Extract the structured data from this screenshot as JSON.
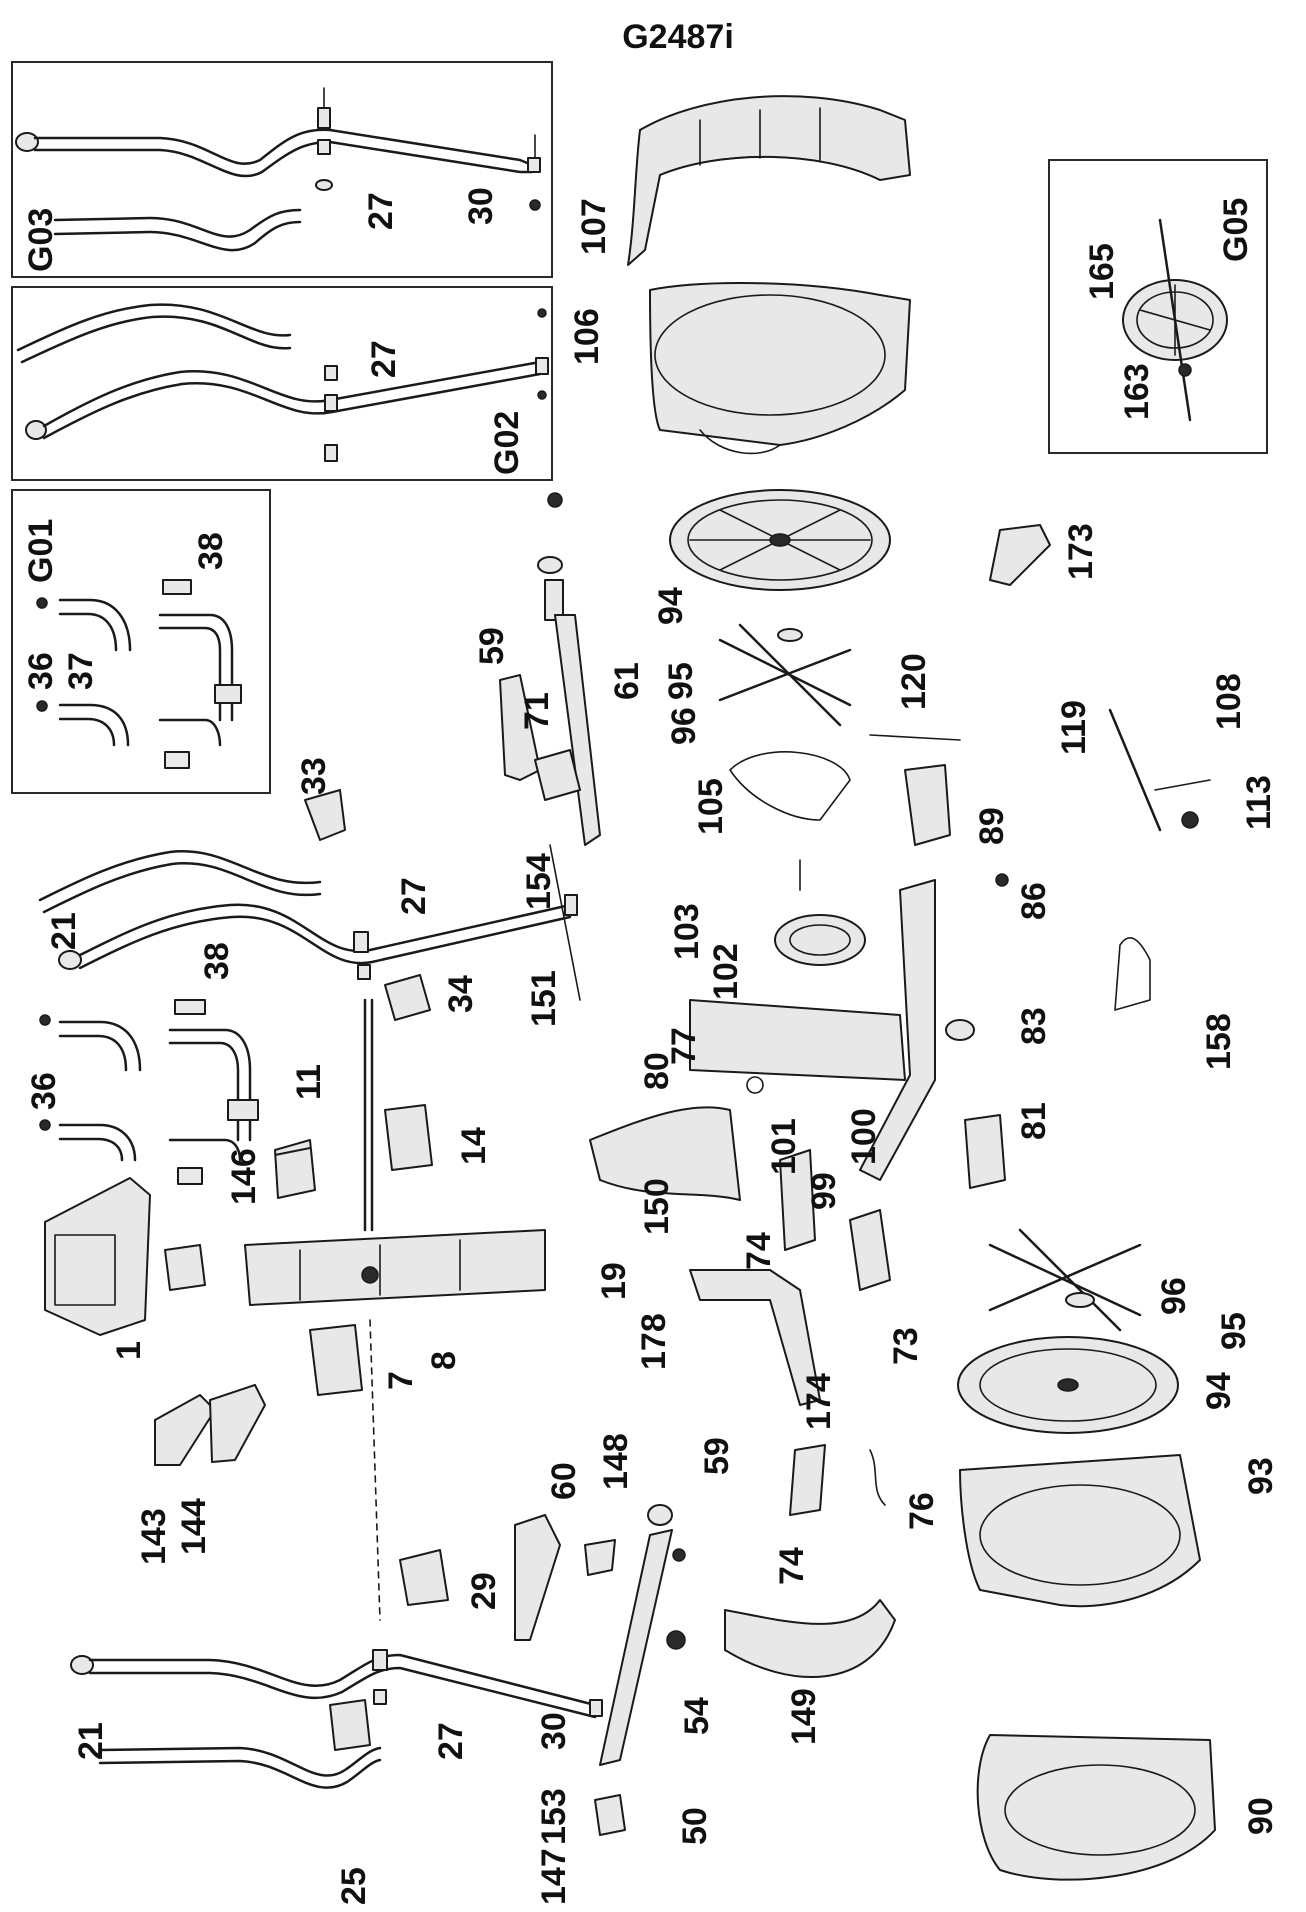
{
  "title": "G2487i",
  "labels": {
    "G03": "G03",
    "G02": "G02",
    "G01": "G01",
    "G05": "G05",
    "p27a": "27",
    "p30a": "30",
    "p27b": "27",
    "p107": "107",
    "p106": "106",
    "p165": "165",
    "p163": "163",
    "p38a": "38",
    "p36a": "36",
    "p37": "37",
    "p94a": "94",
    "p173": "173",
    "p59a": "59",
    "p71": "71",
    "p61": "61",
    "p95a": "95",
    "p96a": "96",
    "p120": "120",
    "p119": "119",
    "p108": "108",
    "p113": "113",
    "p33": "33",
    "p105": "105",
    "p89": "89",
    "p154": "154",
    "p21a": "21",
    "p27c": "27",
    "p38b": "38",
    "p103": "103",
    "p102": "102",
    "p86": "86",
    "p34": "34",
    "p151": "151",
    "p77": "77",
    "p83": "83",
    "p158": "158",
    "p36b": "36",
    "p11": "11",
    "p80": "80",
    "p100": "100",
    "p101": "101",
    "p81": "81",
    "p14": "14",
    "p99": "99",
    "p146": "146",
    "p150": "150",
    "p74a": "74",
    "p19": "19",
    "p1": "1",
    "p178": "178",
    "p96b": "96",
    "p95b": "95",
    "p73": "73",
    "p8": "8",
    "p7": "7",
    "p174": "174",
    "p94b": "94",
    "p143": "143",
    "p144": "144",
    "p60": "60",
    "p148": "148",
    "p59b": "59",
    "p93": "93",
    "p76": "76",
    "p74b": "74",
    "p29": "29",
    "p21b": "21",
    "p27d": "27",
    "p30b": "30",
    "p54": "54",
    "p149": "149",
    "p153": "153",
    "p50": "50",
    "p90": "90",
    "p25": "25",
    "p147": "147"
  }
}
